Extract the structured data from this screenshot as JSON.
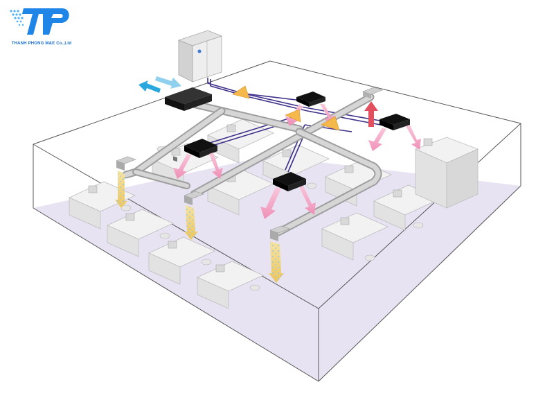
{
  "logo": {
    "caption": "THANH PHONG M&E Co.,Ltd",
    "colors": {
      "primary": "#1f86e8",
      "accent": "#4fb3f5"
    }
  },
  "colors": {
    "floor": "#e8e3f3",
    "outline": "#555555",
    "duct": "#c9c9c9",
    "refrigerant_pipe": "#3d2f8a",
    "indoor_unit": "#1a1a1a",
    "cool_air": "#f7a8c8",
    "fresh_air_diffuser": "#f0d27a",
    "exhaust_arrow": "#e2505f",
    "flow_arrow": "#f5b84a",
    "intake_arrow": "#29a8df",
    "furniture": "#ececec"
  },
  "diagram": {
    "components": [
      {
        "name": "outdoor-unit"
      },
      {
        "name": "heat-recovery-ventilator"
      },
      {
        "name": "indoor-unit-1"
      },
      {
        "name": "indoor-unit-2"
      },
      {
        "name": "indoor-unit-3"
      },
      {
        "name": "indoor-unit-4"
      },
      {
        "name": "fresh-air-diffuser-1"
      },
      {
        "name": "fresh-air-diffuser-2"
      },
      {
        "name": "fresh-air-diffuser-3"
      },
      {
        "name": "exhaust-grille"
      }
    ]
  }
}
